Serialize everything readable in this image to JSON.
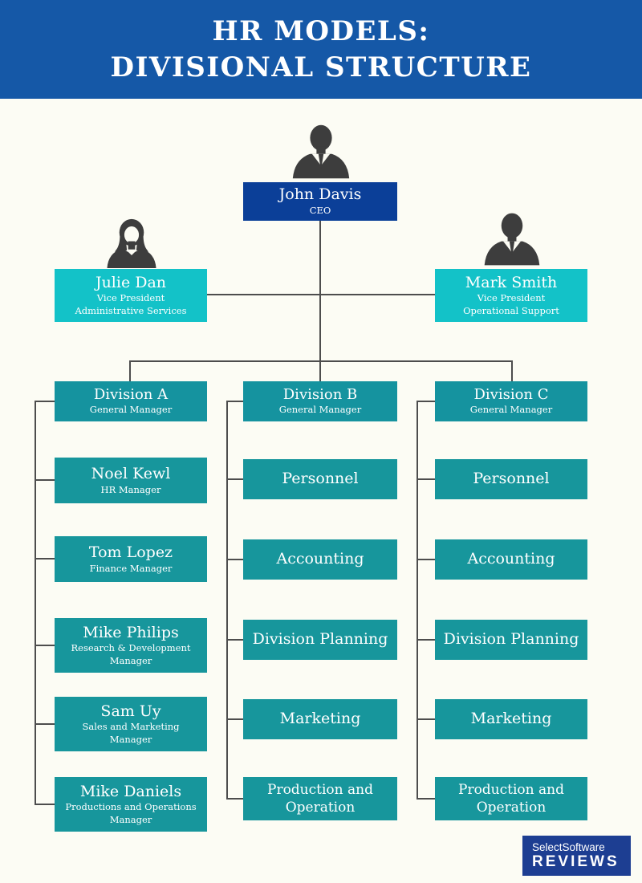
{
  "header": {
    "title_line1": "HR MODELS:",
    "title_line2": "DIVISIONAL STRUCTURE"
  },
  "ceo": {
    "name": "John Davis",
    "title": "CEO"
  },
  "vps": [
    {
      "name": "Julie Dan",
      "title": "Vice President",
      "department": "Administrative Services"
    },
    {
      "name": "Mark Smith",
      "title": "Vice President",
      "department": "Operational Support"
    }
  ],
  "divisions": [
    {
      "name": "Division A",
      "subtitle": "General Manager",
      "items": [
        {
          "title": "Noel Kewl",
          "subtitle": "HR Manager"
        },
        {
          "title": "Tom Lopez",
          "subtitle": "Finance Manager"
        },
        {
          "title": "Mike Philips",
          "subtitle": "Research & Development Manager"
        },
        {
          "title": "Sam Uy",
          "subtitle": "Sales and Marketing Manager"
        },
        {
          "title": "Mike Daniels",
          "subtitle": "Productions and Operations Manager"
        }
      ]
    },
    {
      "name": "Division B",
      "subtitle": "General Manager",
      "items": [
        {
          "title": "Personnel"
        },
        {
          "title": "Accounting"
        },
        {
          "title": "Division Planning"
        },
        {
          "title": "Marketing"
        },
        {
          "title": "Production and Operation"
        }
      ]
    },
    {
      "name": "Division C",
      "subtitle": "General Manager",
      "items": [
        {
          "title": "Personnel"
        },
        {
          "title": "Accounting"
        },
        {
          "title": "Division Planning"
        },
        {
          "title": "Marketing"
        },
        {
          "title": "Production and Operation"
        }
      ]
    }
  ],
  "logo": {
    "line1": "SelectSoftware",
    "line2": "REVIEWS"
  },
  "icons": {
    "ceo": "male-person-icon",
    "vp_left": "female-person-icon",
    "vp_right": "male-person-icon"
  },
  "colors": {
    "header_blue": "#1558a7",
    "ceo_blue": "#0b3f98",
    "vp_cyan": "#13c2c8",
    "division_teal": "#15939f",
    "item_teal": "#17969c",
    "line_gray": "#4d4d4d",
    "bg": "#fcfcf4",
    "logo_blue": "#1d3e92",
    "icon_gray": "#3d3d3d"
  }
}
